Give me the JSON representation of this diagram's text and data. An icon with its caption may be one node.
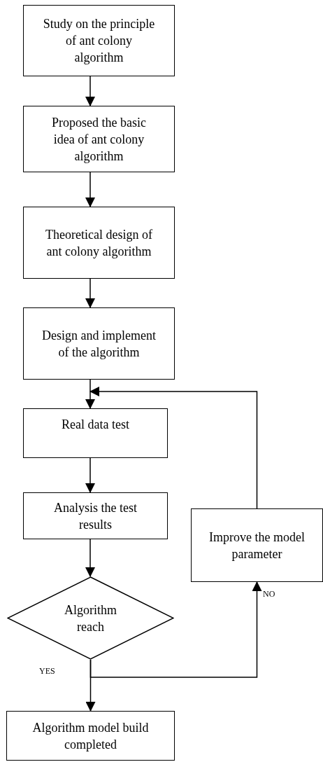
{
  "diagram": {
    "nodes": [
      {
        "text": [
          "Study on the principle of ant colony algorithm"
        ]
      },
      {
        "text": [
          "Proposed the basic idea of ant colony algorithm"
        ]
      },
      {
        "text": [
          "Theoretical design of ant colony algorithm"
        ]
      },
      {
        "text": [
          "Design and implement of the algorithm"
        ]
      },
      {
        "text": [
          "Real data test"
        ]
      },
      {
        "text": [
          "Analysis the test results"
        ]
      },
      {
        "text": [
          "Algorithm reach"
        ]
      },
      {
        "text": [
          "Improve the model parameter"
        ]
      },
      {
        "text": [
          "Algorithm model build completed"
        ]
      }
    ],
    "edges": [
      {
        "from": 0,
        "to": 1,
        "arrow": "to"
      },
      {
        "from": 1,
        "to": 2,
        "arrow": "to"
      },
      {
        "from": 2,
        "to": 3,
        "arrow": "to"
      },
      {
        "from": 3,
        "to": 4,
        "arrow": "to"
      },
      {
        "from": 4,
        "to": 5,
        "arrow": "to"
      },
      {
        "from": 5,
        "to": 6,
        "arrow": "to"
      },
      {
        "from": 6,
        "to": 8,
        "arrow": "to",
        "label": "YES"
      },
      {
        "from": 6,
        "to": 7,
        "arrow": "to",
        "label": "NO"
      },
      {
        "from": 7,
        "to": 4,
        "arrow": "to"
      }
    ]
  }
}
